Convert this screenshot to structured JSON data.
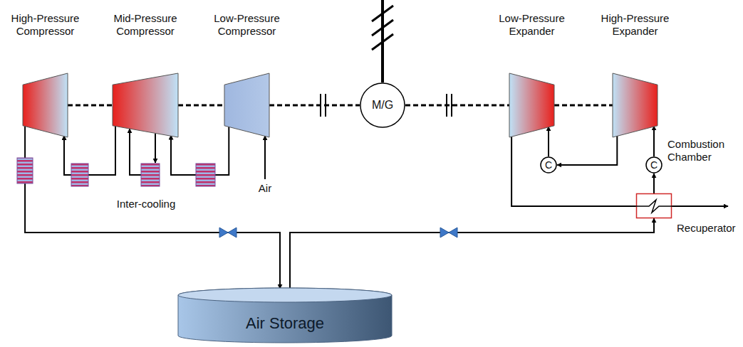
{
  "diagram": {
    "nodes": [
      {
        "text": [
          "High-Pressure Compressor"
        ]
      },
      {
        "text": [
          "Mid-Pressure Compressor"
        ]
      },
      {
        "text": [
          "Low-Pressure Compressor"
        ]
      },
      {
        "text": [
          "M/G"
        ]
      },
      {
        "text": [
          "Low-Pressure Expander"
        ]
      },
      {
        "text": [
          "High-Pressure Expander"
        ]
      },
      {
        "text": [
          "C"
        ]
      },
      {
        "text": [
          "C",
          "Combustion Chamber"
        ]
      },
      {
        "text": [
          "Recuperator"
        ]
      },
      {
        "text": [
          "Air Storage"
        ]
      }
    ],
    "edges": [
      {
        "from": 0,
        "to": 9,
        "arrow": "to"
      },
      {
        "from": 9,
        "to": 8,
        "arrow": "to"
      },
      {
        "from": 8,
        "to": 7,
        "arrow": "to"
      },
      {
        "from": 7,
        "to": 5,
        "arrow": "to"
      },
      {
        "from": 5,
        "to": 6,
        "arrow": "to"
      },
      {
        "from": 6,
        "to": 4,
        "arrow": "to"
      },
      {
        "from": 4,
        "to": 8,
        "arrow": "none"
      },
      {
        "from": 0,
        "to": 1,
        "arrow": "none"
      },
      {
        "from": 1,
        "to": 2,
        "arrow": "none"
      },
      {
        "from": 2,
        "to": 3,
        "arrow": "none"
      },
      {
        "from": 3,
        "to": 4,
        "arrow": "none"
      },
      {
        "from": 4,
        "to": 5,
        "arrow": "none"
      },
      {
        "from": 2,
        "to": 1,
        "arrow": "to"
      },
      {
        "from": 1,
        "to": 0,
        "arrow": "to"
      }
    ],
    "labels": [
      "Inter-cooling",
      "Air"
    ]
  }
}
